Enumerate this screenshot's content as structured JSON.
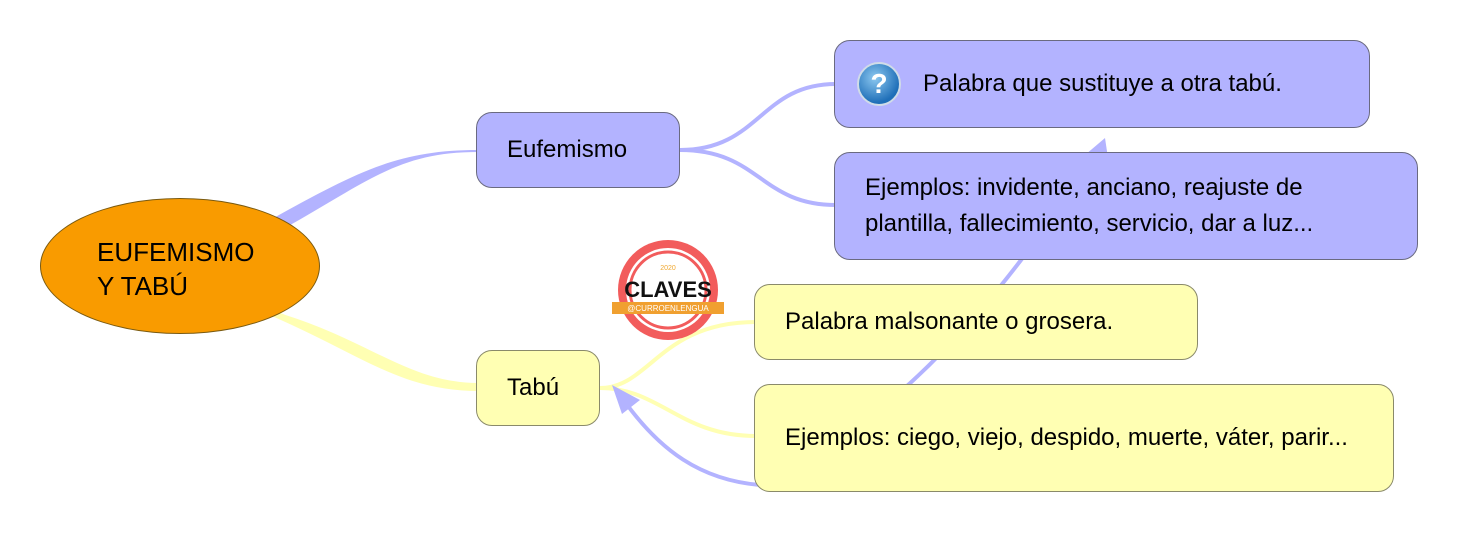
{
  "root": {
    "line1": "EUFEMISMO",
    "line2": "Y TABÚ"
  },
  "branches": [
    {
      "label": "Eufemismo",
      "color": "#b3b3ff",
      "children": [
        {
          "text": "Palabra que sustituye a otra tabú.",
          "icon": "question-icon"
        },
        {
          "text": "Ejemplos: invidente, anciano, reajuste de plantilla, fallecimiento, servicio, dar a luz..."
        }
      ]
    },
    {
      "label": "Tabú",
      "color": "#ffffb3",
      "children": [
        {
          "text": "Palabra malsonante o grosera."
        },
        {
          "text": "Ejemplos: ciego, viejo, despido, muerte, váter, parir..."
        }
      ]
    }
  ],
  "badge": {
    "year": "2020",
    "title": "CLAVES",
    "handle": "@CURROENLENGUA"
  }
}
